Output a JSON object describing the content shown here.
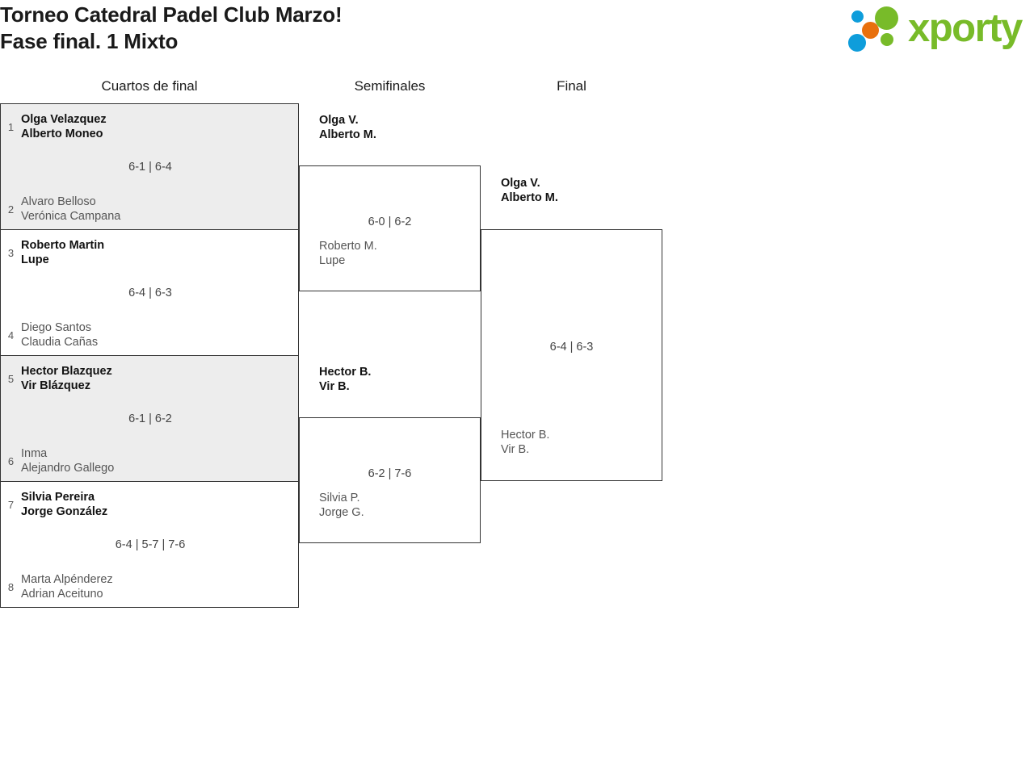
{
  "header": {
    "title_line1": "Torneo Catedral Padel Club Marzo!",
    "title_line2": "Fase final. 1 Mixto"
  },
  "logo": {
    "wordmark": "xporty",
    "colors": {
      "green": "#78bb29",
      "blue": "#0e9ddb",
      "orange": "#e8700d"
    },
    "dots": [
      {
        "name": "logo-dot-blue-small",
        "color": "#0e9ddb"
      },
      {
        "name": "logo-dot-orange",
        "color": "#e8700d"
      },
      {
        "name": "logo-dot-blue-large",
        "color": "#0e9ddb"
      },
      {
        "name": "logo-dot-green-large",
        "color": "#78bb29"
      },
      {
        "name": "logo-dot-green-small",
        "color": "#78bb29"
      }
    ]
  },
  "rounds": [
    {
      "label": "Cuartos de final"
    },
    {
      "label": "Semifinales"
    },
    {
      "label": "Final"
    }
  ],
  "bracket": {
    "quarterfinals": [
      {
        "score": "6-1 | 6-4",
        "top": {
          "seed": "1",
          "player1": "Olga Velazquez",
          "player2": "Alberto Moneo",
          "result": "winner"
        },
        "bottom": {
          "seed": "2",
          "player1": "Alvaro Belloso",
          "player2": "Verónica Campana",
          "result": "loser"
        }
      },
      {
        "score": "6-4 | 6-3",
        "top": {
          "seed": "3",
          "player1": "Roberto Martin",
          "player2": "Lupe",
          "result": "winner"
        },
        "bottom": {
          "seed": "4",
          "player1": "Diego Santos",
          "player2": "Claudia Cañas",
          "result": "loser"
        }
      },
      {
        "score": "6-1 | 6-2",
        "top": {
          "seed": "5",
          "player1": "Hector Blazquez",
          "player2": "Vir Blázquez",
          "result": "winner"
        },
        "bottom": {
          "seed": "6",
          "player1": "Inma",
          "player2": "Alejandro Gallego",
          "result": "loser"
        }
      },
      {
        "score": "6-4 | 5-7 | 7-6",
        "top": {
          "seed": "7",
          "player1": "Silvia Pereira",
          "player2": "Jorge González",
          "result": "winner"
        },
        "bottom": {
          "seed": "8",
          "player1": "Marta Alpénderez",
          "player2": "Adrian Aceituno",
          "result": "loser"
        }
      }
    ],
    "semifinals": [
      {
        "score": "6-0 | 6-2",
        "top": {
          "player1": "Olga V.",
          "player2": "Alberto M.",
          "result": "winner"
        },
        "bottom": {
          "player1": "Roberto M.",
          "player2": "Lupe",
          "result": "loser"
        }
      },
      {
        "score": "6-2 | 7-6",
        "top": {
          "player1": "Hector B.",
          "player2": "Vir B.",
          "result": "winner"
        },
        "bottom": {
          "player1": "Silvia P.",
          "player2": "Jorge G.",
          "result": "loser"
        }
      }
    ],
    "final": [
      {
        "score": "6-4 | 6-3",
        "top": {
          "player1": "Olga V.",
          "player2": "Alberto M.",
          "result": "winner"
        },
        "bottom": {
          "player1": "Hector B.",
          "player2": "Vir B.",
          "result": "loser"
        }
      }
    ]
  }
}
